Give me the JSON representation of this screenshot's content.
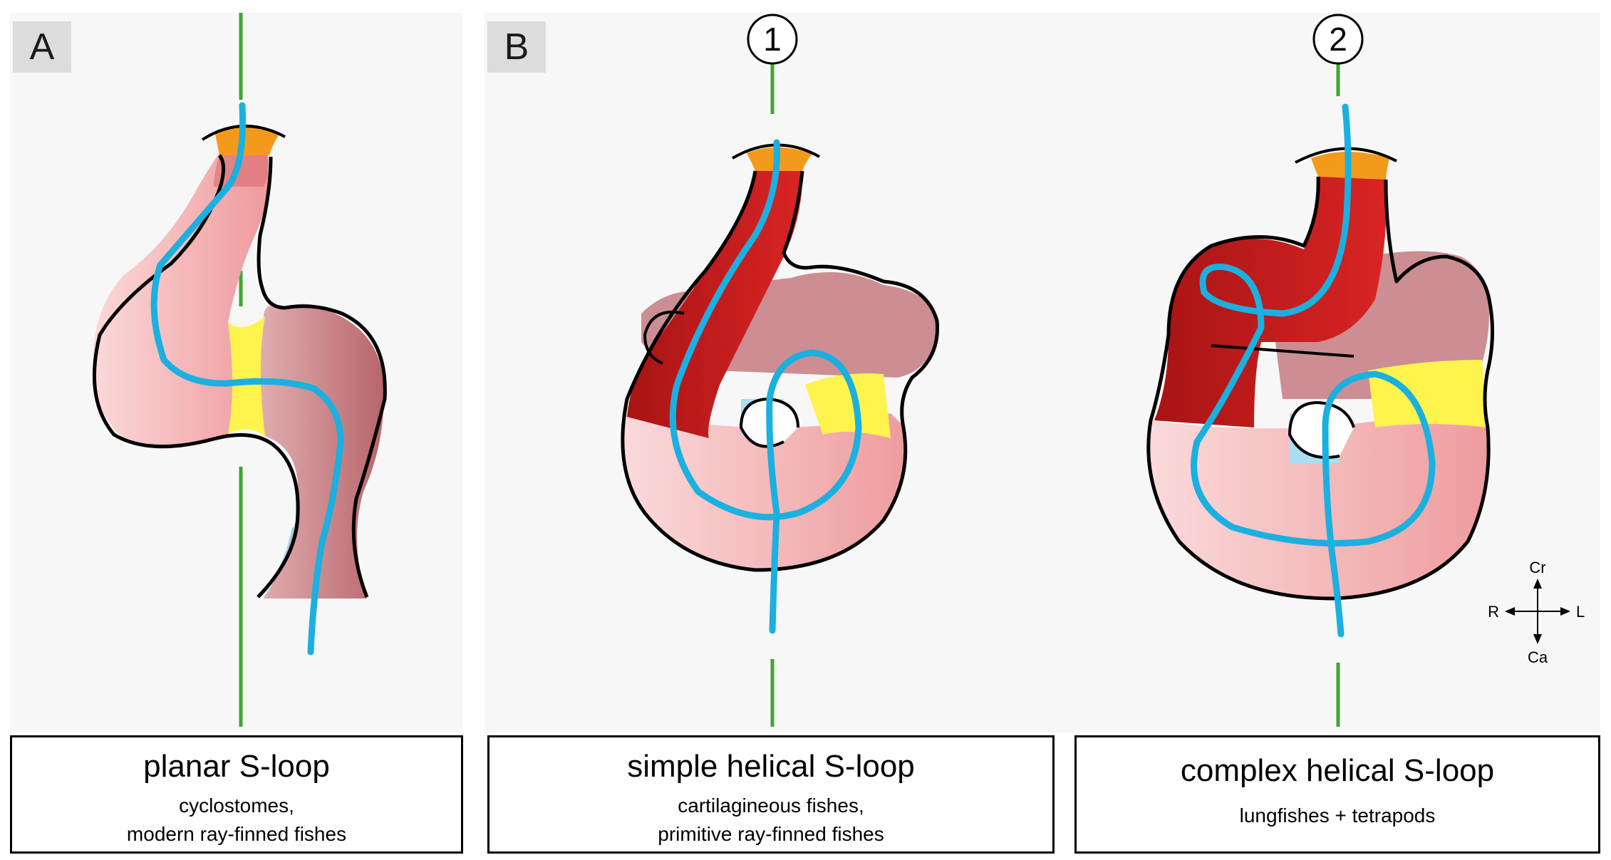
{
  "panels": {
    "a": {
      "letter": "A"
    },
    "b": {
      "letter": "B",
      "marker_1": "1",
      "marker_2": "2"
    }
  },
  "captions": [
    {
      "title": "planar S-loop",
      "sub1": "cyclostomes,",
      "sub2": "modern ray-finned fishes"
    },
    {
      "title": "simple helical S-loop",
      "sub1": "cartilagineous fishes,",
      "sub2": "primitive ray-finned fishes"
    },
    {
      "title": "complex helical S-loop",
      "sub1": "lungfishes + tetrapods",
      "sub2": ""
    }
  ],
  "compass": {
    "up": "Cr",
    "down": "Ca",
    "left": "R",
    "right": "L"
  },
  "colors": {
    "midline": "#3fa535",
    "flow": "#1ab0e0",
    "outflow": "#f39a1c",
    "ventricle_dark": "#cc1f1f",
    "ventricle_light": "#f5b9ba",
    "atrium": "#c9787c",
    "canal": "#fff34d",
    "sinus": "#a9ddf3"
  }
}
